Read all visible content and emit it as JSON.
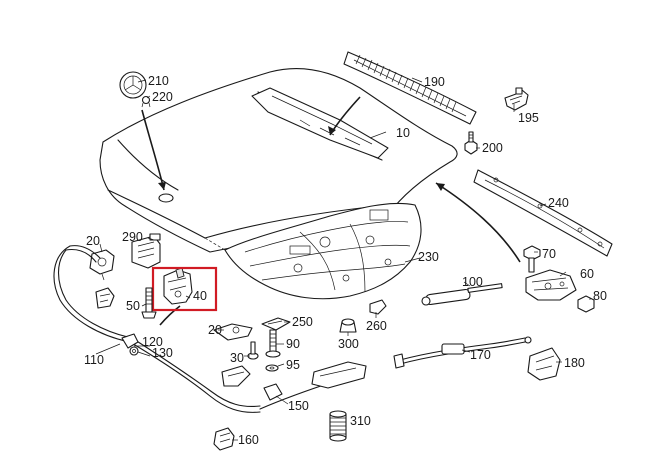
{
  "diagram": {
    "highlight_color": "#d11b24",
    "labels": {
      "p10": "10",
      "p20a": "20",
      "p20b": "20",
      "p30": "30",
      "p40": "40",
      "p50": "50",
      "p60": "60",
      "p70": "70",
      "p80": "80",
      "p90": "90",
      "p95": "95",
      "p100": "100",
      "p110": "110",
      "p120": "120",
      "p130": "130",
      "p150": "150",
      "p160": "160",
      "p170": "170",
      "p180": "180",
      "p190": "190",
      "p195": "195",
      "p200": "200",
      "p210": "210",
      "p220": "220",
      "p230": "230",
      "p240": "240",
      "p250": "250",
      "p260": "260",
      "p290": "290",
      "p300": "300",
      "p310": "310"
    }
  }
}
